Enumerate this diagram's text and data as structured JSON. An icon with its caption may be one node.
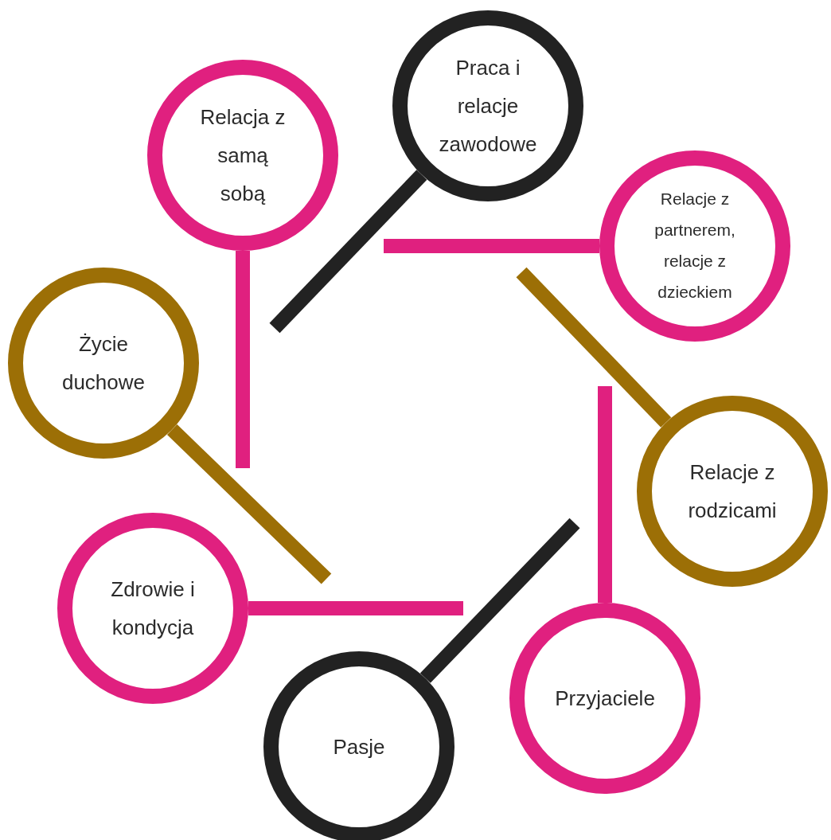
{
  "diagram": {
    "nodes": [
      {
        "text": [
          "Relacja z samą sobą"
        ]
      },
      {
        "text": [
          "Praca i relacje zawodowe"
        ]
      },
      {
        "text": [
          "Relacje z partnerem, relacje z dzieckiem"
        ]
      },
      {
        "text": [
          "Relacje z rodzicami"
        ]
      },
      {
        "text": [
          "Przyjaciele"
        ]
      },
      {
        "text": [
          "Pasje"
        ]
      },
      {
        "text": [
          "Zdrowie i kondycja"
        ]
      },
      {
        "text": [
          "Życie duchowe"
        ]
      }
    ],
    "edges": [
      {
        "from": 0,
        "to": null,
        "arrow": "none"
      },
      {
        "from": 1,
        "to": null,
        "arrow": "none",
        "color": "#222222"
      },
      {
        "from": 2,
        "to": null,
        "arrow": "none"
      },
      {
        "from": 3,
        "to": null,
        "arrow": "none",
        "color": "#9c6f06"
      },
      {
        "from": 4,
        "to": null,
        "arrow": "none"
      },
      {
        "from": 5,
        "to": null,
        "arrow": "none",
        "color": "#222222"
      },
      {
        "from": 6,
        "to": null,
        "arrow": "none"
      },
      {
        "from": 7,
        "to": null,
        "arrow": "none",
        "color": "#9c6f06"
      }
    ]
  }
}
